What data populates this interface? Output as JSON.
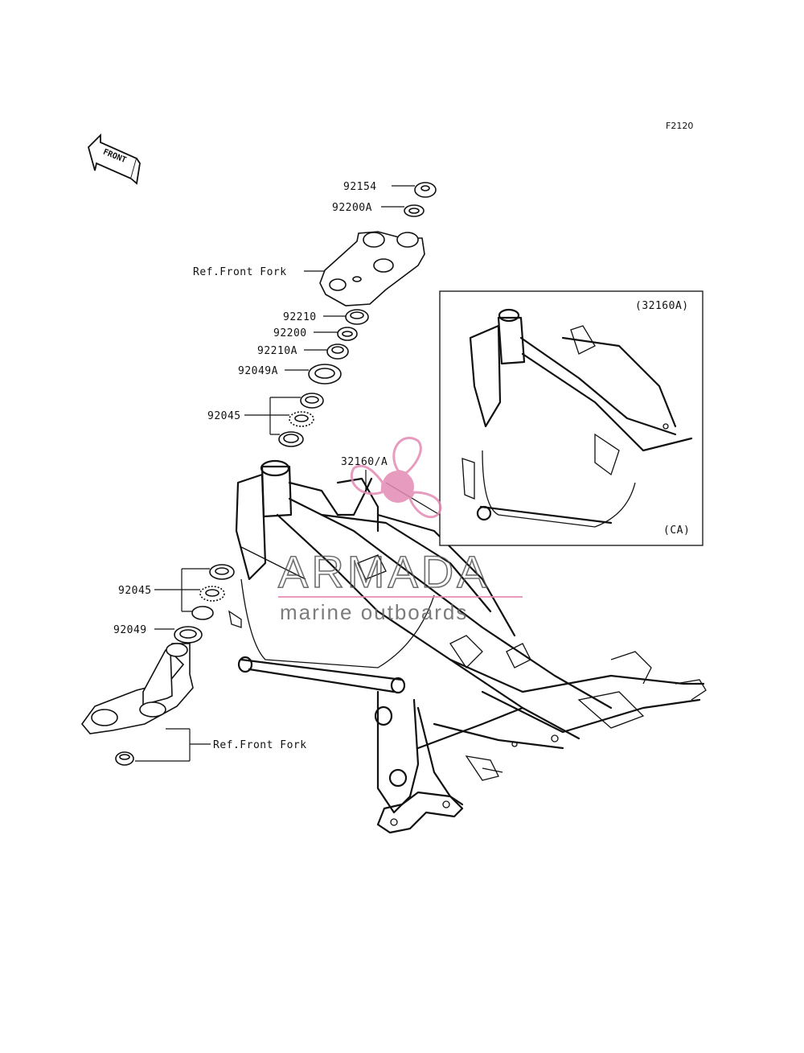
{
  "figure_code": "F2120",
  "front_indicator": "FRONT",
  "inset": {
    "part_label": "(32160A)",
    "variant_label": "(CA)"
  },
  "callouts": {
    "p92154": "92154",
    "p92200A": "92200A",
    "ref_top": "Ref.Front Fork",
    "p92210": "92210",
    "p92200": "92200",
    "p92210A": "92210A",
    "p92049A": "92049A",
    "p92045_top": "92045",
    "p32160": "32160/A",
    "p92045_bottom": "92045",
    "p92049": "92049",
    "ref_bottom": "Ref.Front Fork"
  },
  "watermark": {
    "brand": "ARMADA",
    "tagline": "marine outboards",
    "color": "#e38bb4"
  }
}
